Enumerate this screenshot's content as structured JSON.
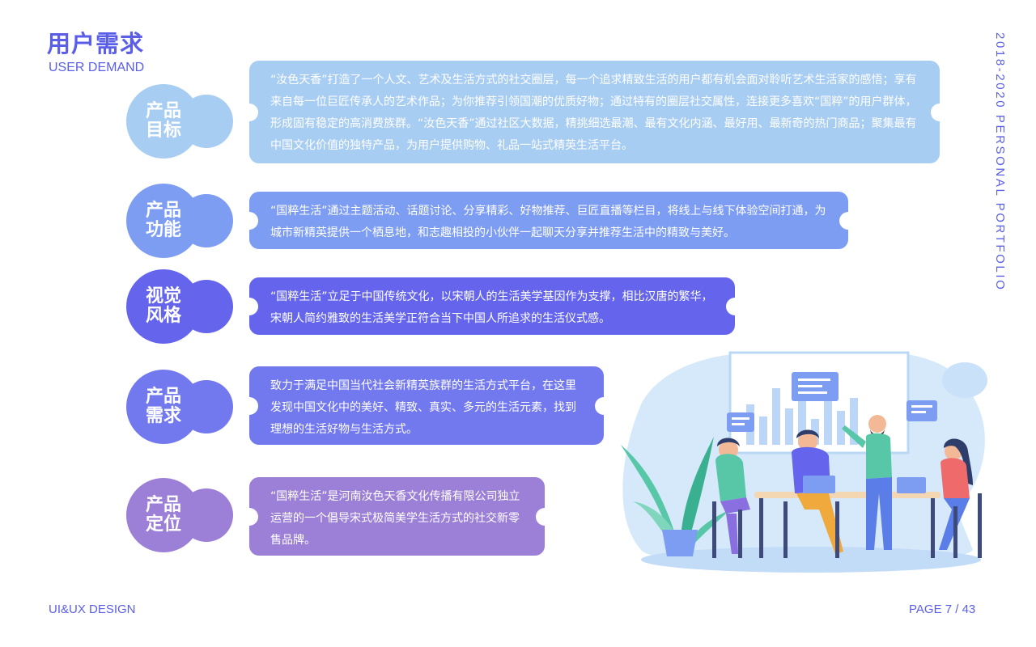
{
  "header": {
    "title": "用户需求",
    "subtitle": "USER DEMAND",
    "vertical_text": "2018-2020 PERSONAL PORTFOLIO"
  },
  "footer": {
    "left": "UI&UX DESIGN",
    "page": "PAGE 7 / 43"
  },
  "sections": [
    {
      "label_l1": "产品",
      "label_l2": "目标",
      "color": "#a8cdf2",
      "text": "“汝色天香”打造了一个人文、艺术及生活方式的社交圈层，每一个追求精致生活的用户都有机会面对聆听艺术生活家的感悟；享有来自每一位巨匠传承人的艺术作品；为你推荐引领国潮的优质好物；通过特有的圈层社交属性，连接更多喜欢“国粹”的用户群体，形成固有稳定的高消费族群。“汝色天香”通过社区大数据，精挑细选最潮、最有文化内涵、最好用、最新奇的热门商品；聚集最有中国文化价值的独特产品，为用户提供购物、礼品一站式精英生活平台。"
    },
    {
      "label_l1": "产品",
      "label_l2": "功能",
      "color": "#7d9df3",
      "text": "“国粹生活”通过主题活动、话题讨论、分享精彩、好物推荐、巨匠直播等栏目，将线上与线下体验空间打通，为城市新精英提供一个栖息地，和志趣相投的小伙伴一起聊天分享并推荐生活中的精致与美好。"
    },
    {
      "label_l1": "视觉",
      "label_l2": "风格",
      "color": "#6465ec",
      "text": "“国粹生活”立足于中国传统文化，以宋朝人的生活美学基因作为支撑，相比汉唐的繁华，宋朝人简约雅致的生活美学正符合当下中国人所追求的生活仪式感。"
    },
    {
      "label_l1": "产品",
      "label_l2": "需求",
      "color": "#7279ee",
      "text": "致力于满足中国当代社会新精英族群的生活方式平台，在这里发现中国文化中的美好、精致、真实、多元的生活元素，找到理想的生活好物与生活方式。"
    },
    {
      "label_l1": "产品",
      "label_l2": "定位",
      "color": "#9c7fd6",
      "text": "“国粹生活”是河南汝色天香文化传播有限公司独立运营的一个倡导宋式极简美学生活方式的社交新零售品牌。"
    }
  ],
  "illustration": {
    "icon": "team-meeting-illustration"
  }
}
